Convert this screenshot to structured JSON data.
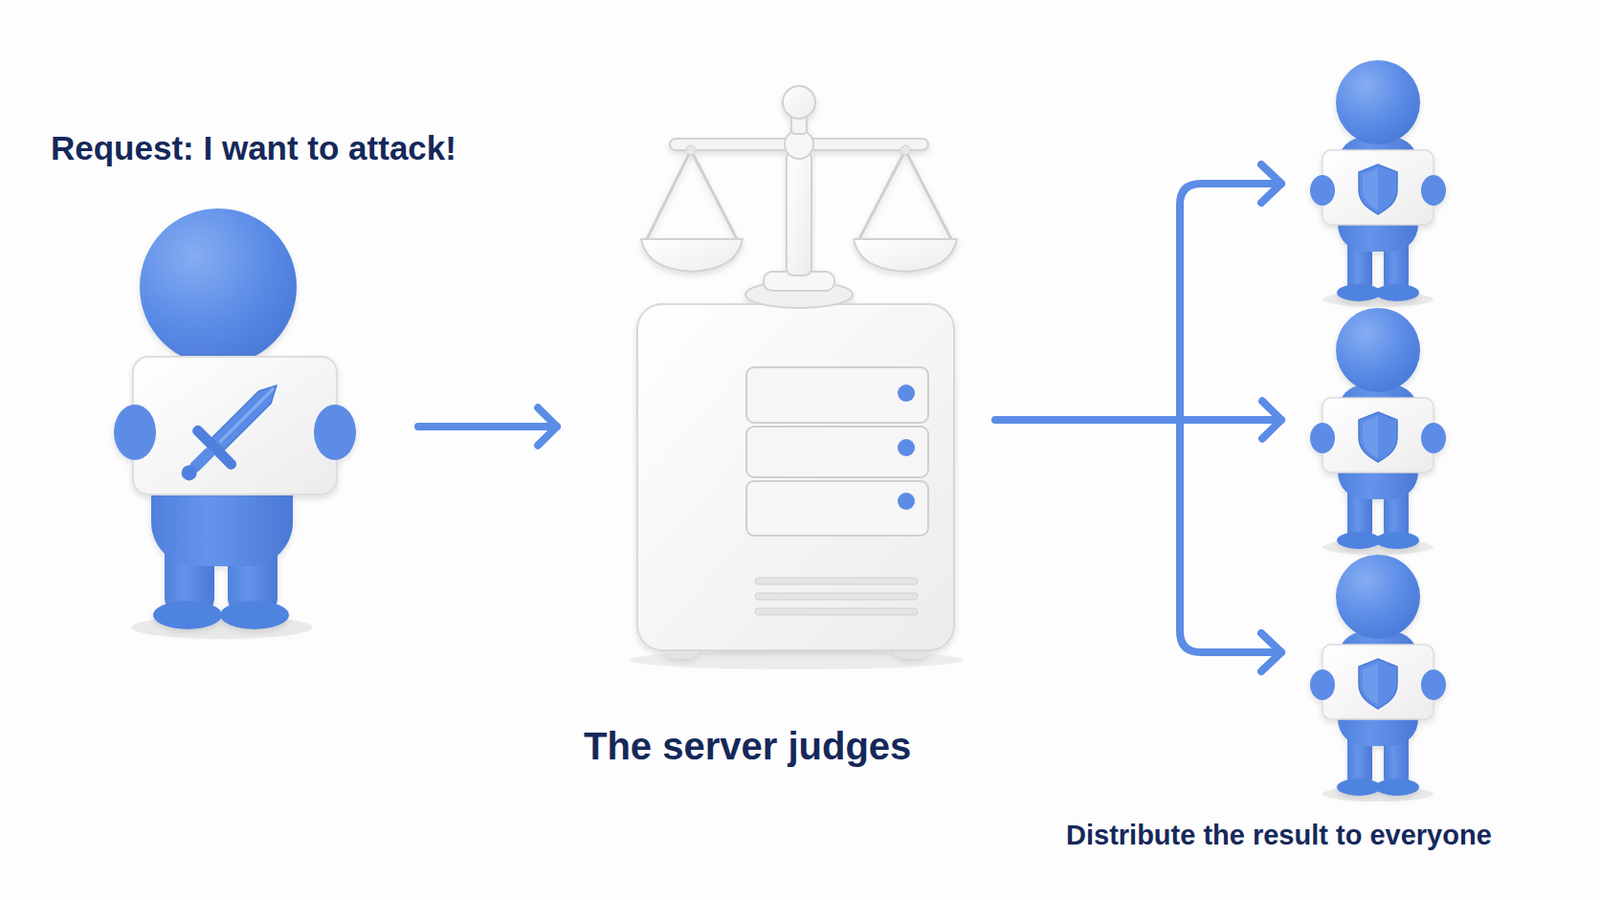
{
  "diagram": {
    "nodes": [
      {
        "text": [
          "Request: I want to attack!"
        ]
      },
      {
        "text": [
          "The server judges"
        ]
      },
      {
        "text": [
          "Distribute the result to everyone"
        ]
      }
    ],
    "edges": [
      {
        "from": 0,
        "to": 1,
        "arrow": "to"
      },
      {
        "from": 1,
        "to": 2,
        "arrow": "to"
      }
    ]
  }
}
